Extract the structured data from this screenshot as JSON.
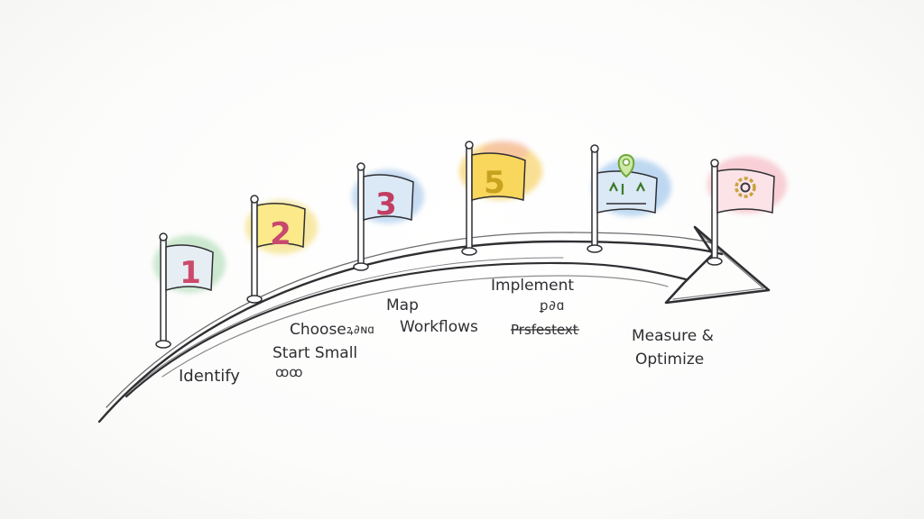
{
  "flags": [
    {
      "number": "1",
      "color": "#cc4a6a",
      "tint": "#8fcf9a"
    },
    {
      "number": "2",
      "color": "#c8496e",
      "tint": "#f2d44f"
    },
    {
      "number": "3",
      "color": "#c23d63",
      "tint": "#8db8e6"
    },
    {
      "number": "5",
      "color": "#c7a21f",
      "tint": "#f5c63e"
    },
    {
      "icon": "pin-icon",
      "tint": "#7fb3e6"
    },
    {
      "icon": "gear-icon",
      "tint": "#f3a3b0"
    }
  ],
  "labels": {
    "identify": "Identify",
    "choose": "Choose",
    "choose_scribble": "ꝝ∂ɴɑ",
    "start_small": "Start Small",
    "start_small_scribble": "ꝏꝏ",
    "map": "Map",
    "workflows": "Workflows",
    "implement": "Implement",
    "implement_scribble": "ꝑ∂ɑ",
    "implement_sub": "Prsfestext",
    "measure": "Measure &",
    "optimize": "Optimize"
  },
  "colors": {
    "ink": "#2f2f33",
    "accent_green": "#6ea83a",
    "accent_gold": "#c9a23a"
  }
}
